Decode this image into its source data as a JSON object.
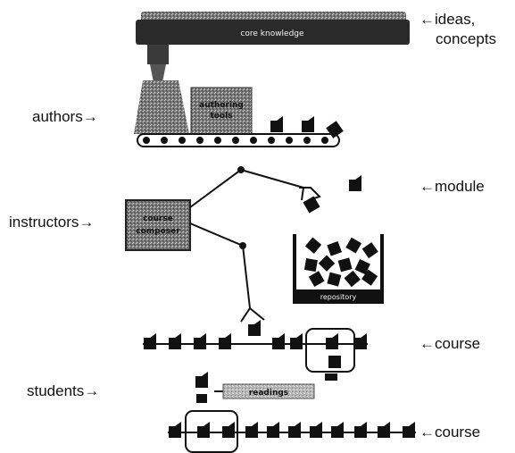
{
  "labels": {
    "ideas": "←ideas,",
    "concepts": "concepts",
    "authors": "authors→",
    "module": "←module",
    "instructors": "instructors→",
    "course_top": "←course",
    "students": "students→",
    "course_bottom": "←course"
  },
  "boxes": {
    "knowledge_bar": "core knowledge",
    "authoring_tools_line1": "authoring",
    "authoring_tools_line2": "tools",
    "course_composer_line1": "course",
    "course_composer_line2": "composer",
    "repository": "repository",
    "readings": "readings"
  },
  "colors": {
    "ink": "#111111",
    "box_gray": "#6f6f6f",
    "light_gray": "#bdbdbd",
    "bar": "#2a2a2a"
  }
}
